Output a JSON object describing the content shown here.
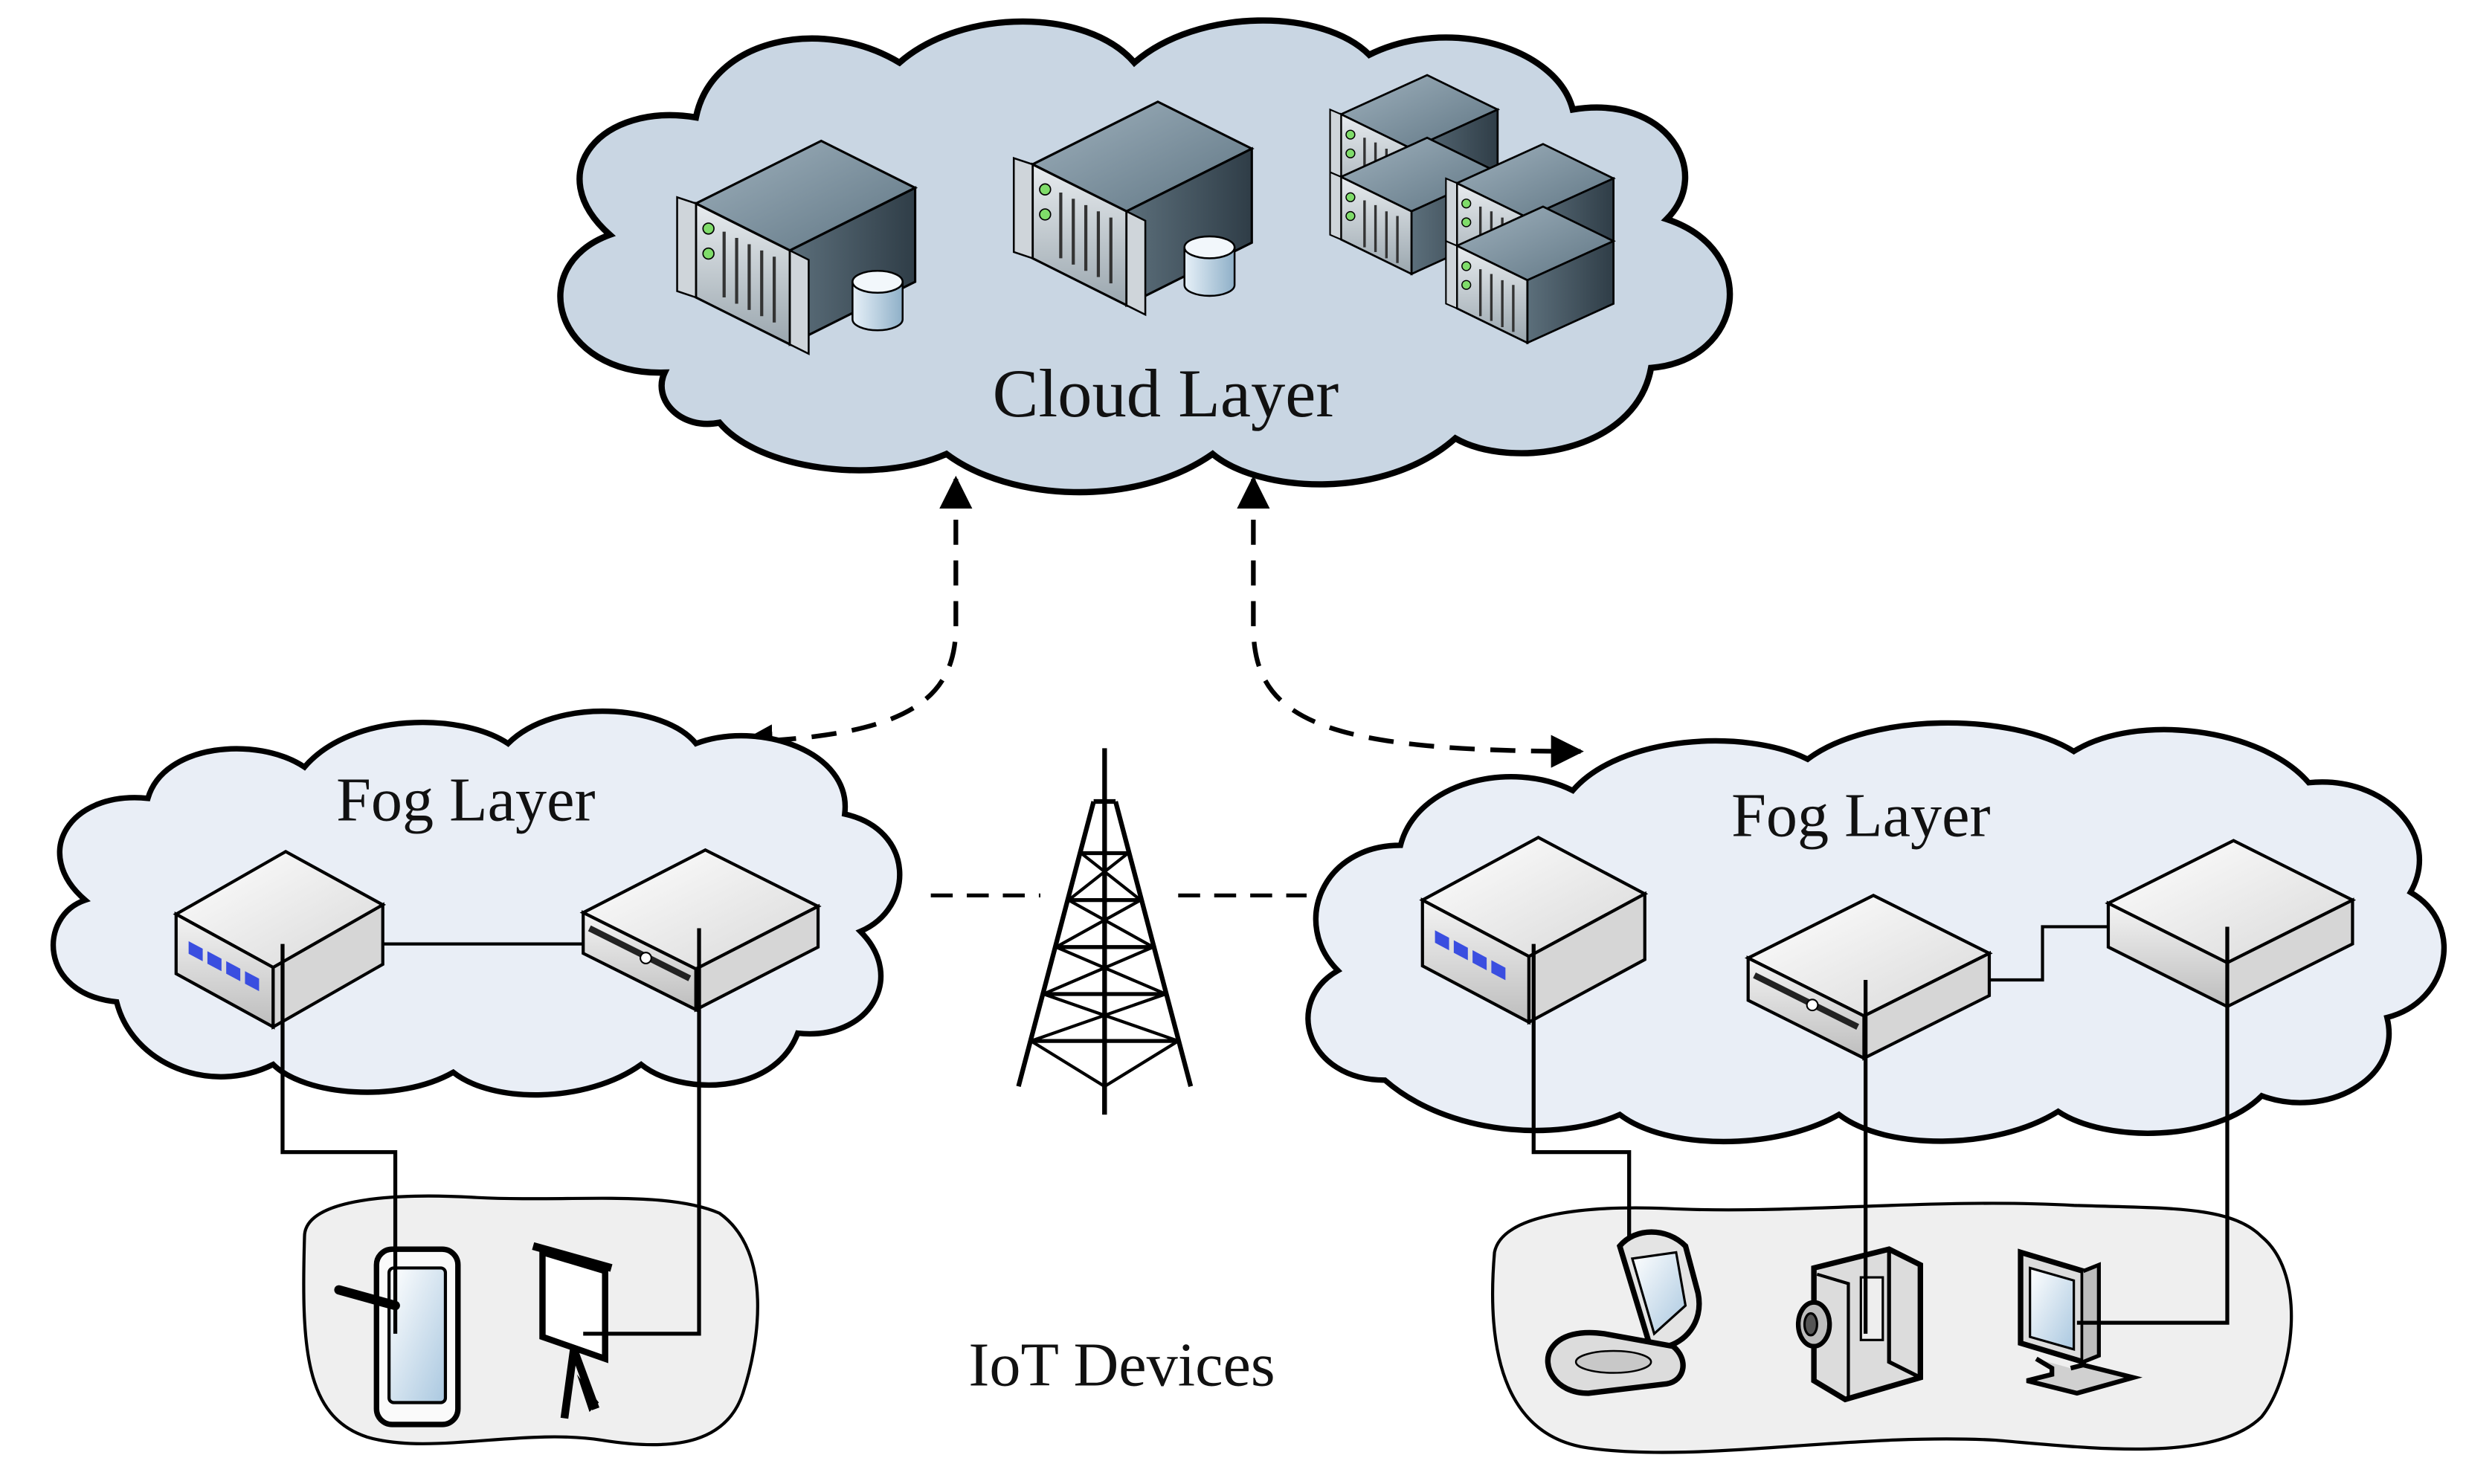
{
  "labels": {
    "cloud": "Cloud Layer",
    "fog_left": "Fog Layer",
    "fog_right": "Fog Layer",
    "iot": "IoT Devices"
  },
  "colors": {
    "cloud_fill": "#c9d6e3",
    "fog_fill": "#e9eef6",
    "iot_fill": "#efefef",
    "outline": "#000000"
  },
  "icons": {
    "cloud_servers": [
      "server-storage-icon",
      "server-storage-icon",
      "server-cluster-icon"
    ],
    "fog_left_nodes": [
      "fog-router-icon",
      "fog-switch-icon"
    ],
    "fog_right_nodes": [
      "fog-router-icon",
      "fog-switch-icon",
      "fog-box-icon"
    ],
    "left_iot": [
      "tablet-icon",
      "projector-screen-icon"
    ],
    "right_iot": [
      "flip-phone-icon",
      "video-camera-icon",
      "monitor-icon"
    ],
    "center": "cell-tower-icon"
  }
}
